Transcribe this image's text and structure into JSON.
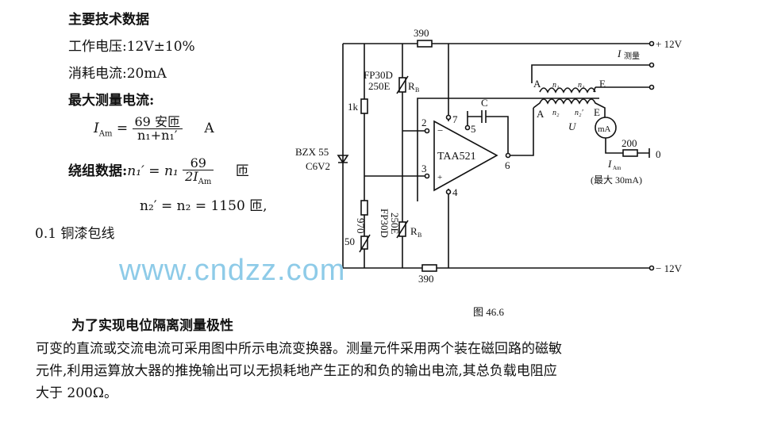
{
  "specs": {
    "heading": "主要技术数据",
    "voltage": "工作电压:12V±10%",
    "current": "消耗电流:20mA",
    "max_label": "最大测量电流:",
    "formula1": {
      "lhs": "I",
      "lhs_sub": "Am",
      "eq": "=",
      "num": "69 安匝",
      "den": "n₁+n₁′",
      "unit": "A"
    },
    "winding": {
      "label": "绕组数据:",
      "lhs": "n₁′ = n₁",
      "num": "69",
      "den_i": "2I",
      "den_sub": "Am",
      "unit": "匝"
    },
    "n2": "n₂′ = n₂ = 1150 匝,",
    "wire": "0.1 铜漆包线"
  },
  "diagram": {
    "r_top": "390",
    "r_bottom": "390",
    "plus12": "+ 12V",
    "minus12": "− 12V",
    "i_meas": "I",
    "i_meas_sub": "测量",
    "fp_top": "FP30D",
    "fp_top2": "250E",
    "rb": "R",
    "rb_sub": "B",
    "r1k": "1k",
    "zener1": "BZX 55",
    "zener2": "C6V2",
    "r970": "970",
    "r50": "50",
    "fp_bot": "FP30D",
    "fp_bot2": "250E",
    "opamp": "TAA521",
    "pins": [
      "2",
      "3",
      "4",
      "5",
      "6",
      "7"
    ],
    "minus": "−",
    "plus": "+",
    "cap": "C",
    "coil_a1": "A",
    "coil_n1": "n₁",
    "coil_n1b": "n₁",
    "coil_e1": "E",
    "coil_a2": "A",
    "coil_n2": "n₂",
    "coil_n2b": "n₂′",
    "coil_e2": "E",
    "u": "U",
    "meter": "mA",
    "r200": "200",
    "zero": "0",
    "iam": "I",
    "iam_sub": "Am",
    "max30": "(最大 30mA)",
    "fig": "图 46.6"
  },
  "watermark": "www.cndzz.com",
  "body": {
    "line1": "为了实现电位隔离测量极性",
    "line2": "可变的直流或交流电流可采用图中所示电流变换器。测量元件采用两个装在磁回路的磁敏",
    "line3": "元件,利用运算放大器的推挽输出可以无损耗地产生正的和负的输出电流,其总负载电阻应",
    "line4": "大于 200Ω。"
  }
}
